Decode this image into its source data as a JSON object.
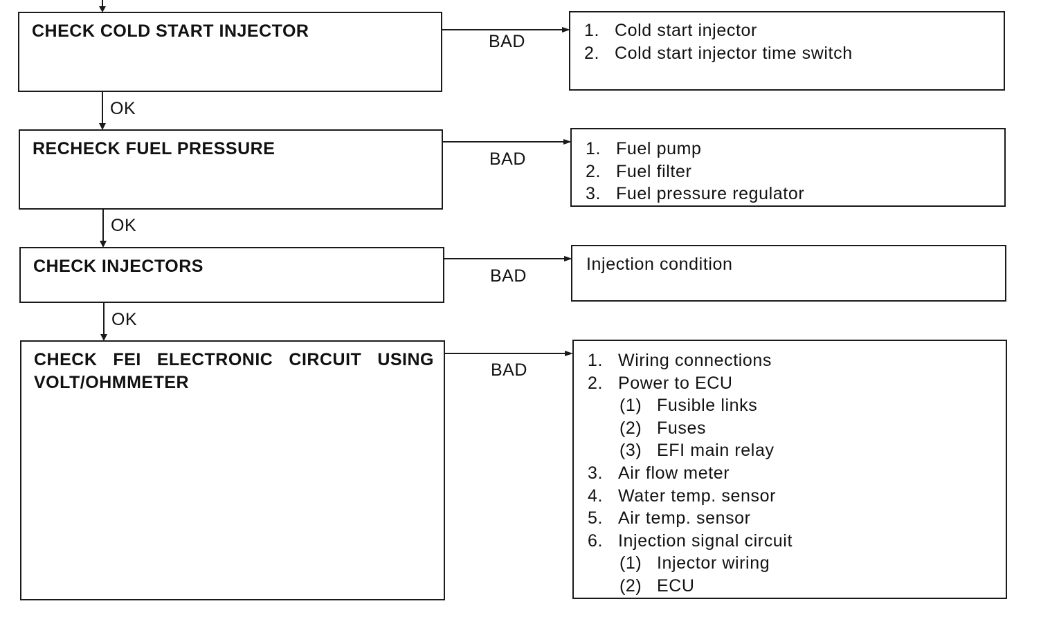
{
  "flow": {
    "steps": [
      {
        "label": "CHECK COLD START INJECTOR"
      },
      {
        "label": "RECHECK FUEL PRESSURE"
      },
      {
        "label": "CHECK INJECTORS"
      },
      {
        "label": "CHECK FEI ELECTRONIC CIRCUIT USING VOLT/OHMMETER"
      }
    ],
    "ok_labels": [
      "OK",
      "OK",
      "OK"
    ],
    "bad_labels": [
      "BAD",
      "BAD",
      "BAD",
      "BAD"
    ],
    "results": [
      {
        "items": [
          {
            "num": "1.",
            "text": "Cold start injector"
          },
          {
            "num": "2.",
            "text": "Cold start injector time switch"
          }
        ]
      },
      {
        "items": [
          {
            "num": "1.",
            "text": "Fuel pump"
          },
          {
            "num": "2.",
            "text": "Fuel filter"
          },
          {
            "num": "3.",
            "text": "Fuel pressure regulator"
          }
        ]
      },
      {
        "text": "Injection condition"
      },
      {
        "items": [
          {
            "num": "1.",
            "text": "Wiring connections"
          },
          {
            "num": "2.",
            "text": "Power to ECU",
            "sub": [
              {
                "num": "(1)",
                "text": "Fusible links"
              },
              {
                "num": "(2)",
                "text": "Fuses"
              },
              {
                "num": "(3)",
                "text": "EFI main relay"
              }
            ]
          },
          {
            "num": "3.",
            "text": "Air flow meter"
          },
          {
            "num": "4.",
            "text": "Water temp. sensor"
          },
          {
            "num": "5.",
            "text": "Air temp. sensor"
          },
          {
            "num": "6.",
            "text": "Injection signal circuit",
            "sub": [
              {
                "num": "(1)",
                "text": "Injector wiring"
              },
              {
                "num": "(2)",
                "text": "ECU"
              }
            ]
          }
        ]
      }
    ]
  }
}
